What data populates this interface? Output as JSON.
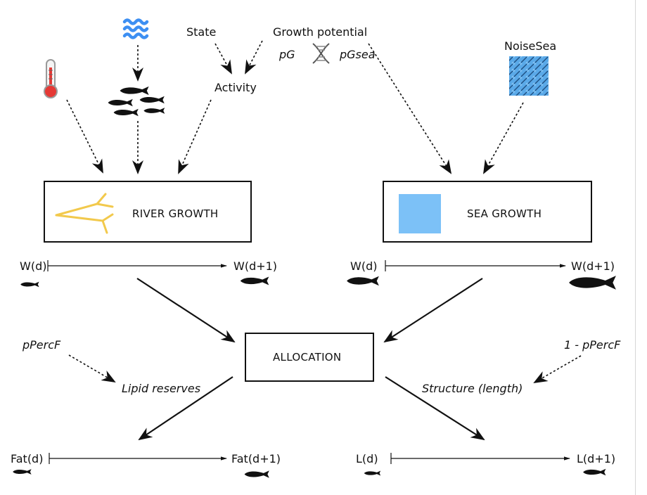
{
  "inputs": {
    "state": "State",
    "activity": "Activity",
    "growth_potential": "Growth potential",
    "pG": "pG",
    "pGsea": "pGsea",
    "noise_sea": "NoiseSea",
    "pPercF": "pPercF",
    "one_minus_pPercF": "1 - pPercF"
  },
  "boxes": {
    "river": "RIVER GROWTH",
    "sea": "SEA GROWTH",
    "allocation": "ALLOCATION"
  },
  "targets": {
    "lipid": "Lipid reserves",
    "structure": "Structure (length)"
  },
  "timelines": {
    "river_from": "W(d)",
    "river_to": "W(d+1)",
    "sea_from": "W(d)",
    "sea_to": "W(d+1)",
    "fat_from": "Fat(d)",
    "fat_to": "Fat(d+1)",
    "len_from": "L(d)",
    "len_to": "L(d+1)"
  },
  "colors": {
    "water": "#3d8ff2",
    "thermometer": "#e53935",
    "river_branch": "#f2c94c",
    "sea_square": "#7cc1f7",
    "noise": "#5aa9e8"
  },
  "icons": [
    "thermometer-icon",
    "water-waves-icon",
    "fish-school-icon",
    "dna-icon",
    "noise-texture-icon",
    "river-icon",
    "sea-icon",
    "fish-icon"
  ]
}
